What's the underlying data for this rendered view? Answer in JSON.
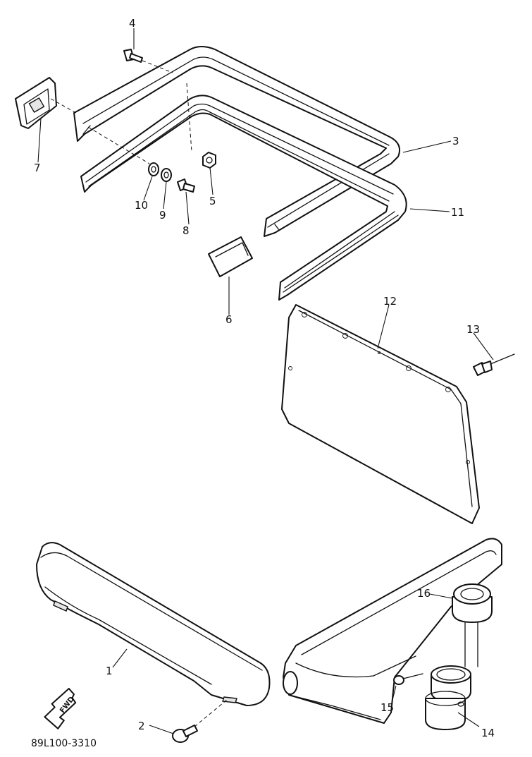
{
  "callouts": {
    "c1": "1",
    "c2": "2",
    "c3": "3",
    "c4": "4",
    "c5": "5",
    "c6": "6",
    "c7": "7",
    "c8": "8",
    "c9": "9",
    "c10": "10",
    "c11": "11",
    "c12": "12",
    "c13": "13",
    "c14": "14",
    "c15": "15",
    "c16": "16"
  },
  "direction_arrow": "FWD",
  "drawing_code": "89L100-3310"
}
